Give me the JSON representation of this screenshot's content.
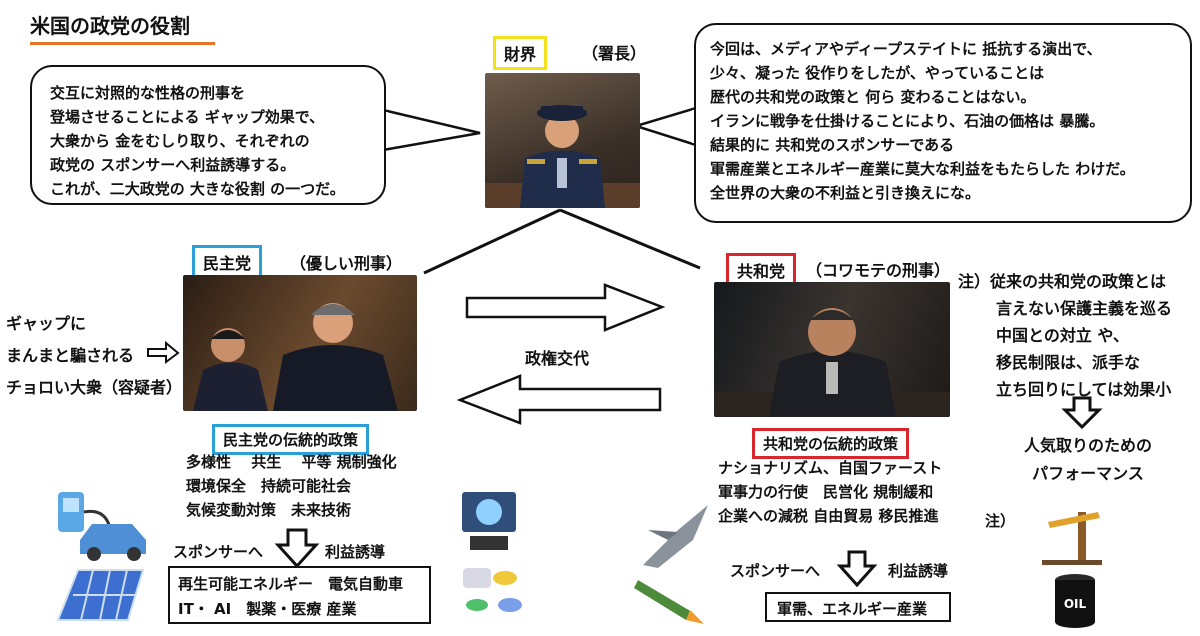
{
  "title": "米国の政党の役割",
  "left_bubble": {
    "lines": [
      "交互に対照的な性格の刑事を",
      "登場させることによる ギャップ効果で、",
      "大衆から  金をむしり取り、それぞれの",
      " 政党の スポンサーへ利益誘導する。",
      "これが、二大政党の 大きな役割 の一つだ。"
    ]
  },
  "right_bubble": {
    "lines": [
      "今回は、メディアやディープステイトに 抵抗する演出で、",
      "少々、凝った  役作りをしたが、やっていることは",
      "歴代の共和党の政策と 何ら 変わることはない。",
      "イランに戦争を仕掛けることにより、石油の価格は 暴騰。",
      "結果的に 共和党のスポンサーである",
      "軍需産業とエネルギー産業に莫大な利益をもたらした わけだ。",
      "全世界の大衆の不利益と引き換えにな。"
    ]
  },
  "zaikai": {
    "label": "財界",
    "role": "（署長）"
  },
  "democrat": {
    "label": "民主党",
    "role": "（優しい刑事）",
    "policy_title": "民主党の伝統的政策",
    "policies": [
      "多様性　 共生 　平等  規制強化",
      "環境保全　持続可能社会",
      "気候変動対策　未来技術"
    ],
    "sponsor_prefix": "スポンサーへ",
    "sponsor_suffix": "利益誘導",
    "sponsor_lines": [
      "再生可能エネルギー　電気自動車",
      "IT・ AI　製薬・医療 産業"
    ]
  },
  "republican": {
    "label": "共和党",
    "role": "（コワモテの刑事）",
    "policy_title": "共和党の伝統的政策",
    "policies": [
      "ナショナリズム、自国ファースト",
      "軍事力の行使　民営化  規制緩和",
      "企業への減税  自由貿易  移民推進"
    ],
    "policy_note": "注）",
    "sponsor_prefix": "スポンサーへ",
    "sponsor_suffix": "利益誘導",
    "sponsor_lines": [
      "軍需、エネルギー産業"
    ]
  },
  "masses": {
    "lines": [
      "ギャップに",
      "まんまと騙される",
      "チョロい大衆（容疑者）"
    ]
  },
  "regime_change": "政権交代",
  "note": {
    "lines": [
      "注）従来の共和党の政策とは",
      "言えない保護主義を巡る",
      "中国との対立 や、",
      "移民制限は、派手な",
      " 立ち回りにしては効果小"
    ],
    "conclusion": [
      "人気取りのための",
      "パフォーマンス"
    ]
  },
  "icons": {
    "oil_barrel_text": "OIL"
  },
  "colors": {
    "zaikai_border": "#f2e01a",
    "democrat_border": "#2a9fd8",
    "republican_border": "#d8262c",
    "title_underline": "#e8742a"
  }
}
